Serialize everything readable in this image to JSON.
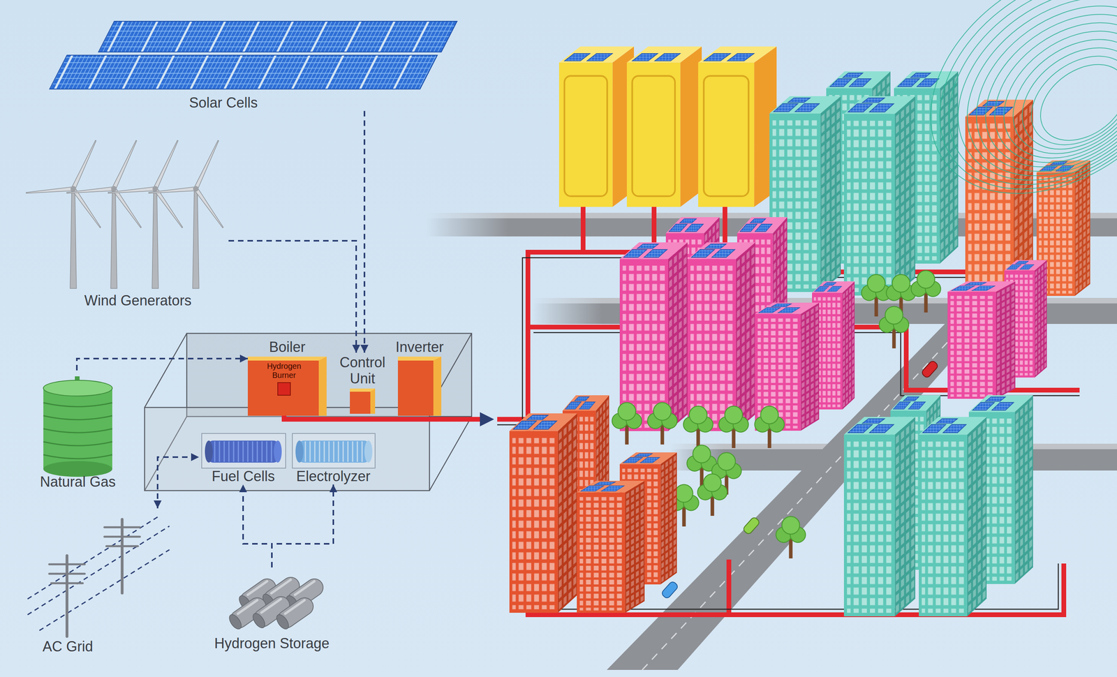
{
  "diagram": {
    "nodes": [
      {
        "text": [
          "Solar Cells"
        ]
      },
      {
        "text": [
          "Wind Generators"
        ]
      },
      {
        "text": [
          "Boiler"
        ]
      },
      {
        "text": [
          "Hydrogen Burner"
        ],
        "in": 2
      },
      {
        "text": [
          "Control Unit"
        ]
      },
      {
        "text": [
          "Inverter"
        ]
      },
      {
        "text": [
          "Fuel Cells"
        ]
      },
      {
        "text": [
          "Electrolyzer"
        ]
      },
      {
        "text": [
          "Natural Gas"
        ]
      },
      {
        "text": [
          "AC Grid"
        ]
      },
      {
        "text": [
          "Hydrogen Storage"
        ]
      }
    ],
    "edges": [
      {
        "from": 0,
        "to": 4,
        "arrow": "to"
      },
      {
        "from": 1,
        "to": 4,
        "arrow": "to"
      },
      {
        "from": 8,
        "to": 2,
        "arrow": "to"
      },
      {
        "from": 9,
        "to": 6,
        "arrow": "both"
      },
      {
        "from": 10,
        "to": 6,
        "arrow": "to"
      },
      {
        "from": 10,
        "to": 7,
        "arrow": "to"
      }
    ]
  }
}
